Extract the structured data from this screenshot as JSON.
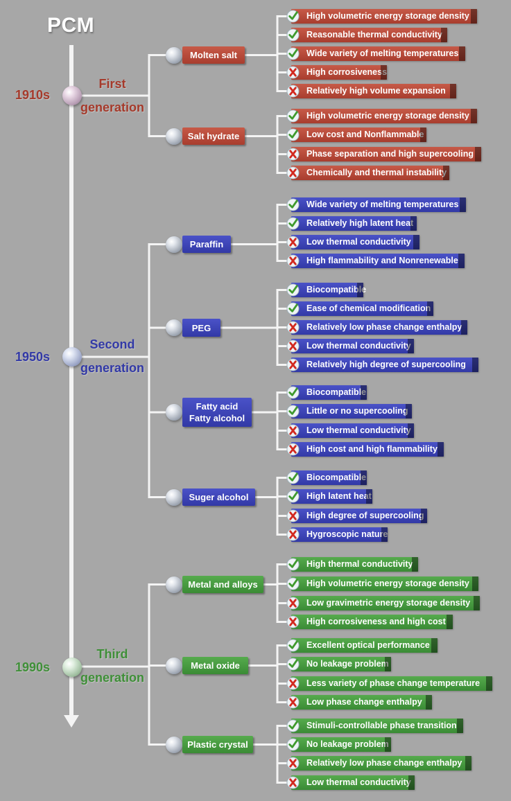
{
  "title": "PCM",
  "colors": {
    "red": "#b2402f",
    "blue": "#3a40b8",
    "green": "#45993f",
    "era_red": "#a53a2b",
    "era_blue": "#3239a6",
    "era_green": "#3f8f38"
  },
  "icons": {
    "advantage": "check-icon",
    "disadvantage": "cross-icon"
  },
  "eras": [
    {
      "year": "1910s",
      "generation": [
        "First",
        "generation"
      ]
    },
    {
      "year": "1950s",
      "generation": [
        "Second",
        "generation"
      ]
    },
    {
      "year": "1990s",
      "generation": [
        "Third",
        "generation"
      ]
    }
  ],
  "categories": [
    {
      "label": "Molten salt",
      "features": [
        {
          "ok": true,
          "text": "High volumetric energy storage density"
        },
        {
          "ok": true,
          "text": "Reasonable thermal conductivity"
        },
        {
          "ok": true,
          "text": "Wide variety of melting temperatures"
        },
        {
          "ok": false,
          "text": "High corrosiveness"
        },
        {
          "ok": false,
          "text": "Relatively high volume expansion"
        }
      ]
    },
    {
      "label": "Salt hydrate",
      "features": [
        {
          "ok": true,
          "text": "High volumetric energy storage density"
        },
        {
          "ok": true,
          "text": "Low cost and Nonflammable"
        },
        {
          "ok": false,
          "text": "Phase separation and high supercooling"
        },
        {
          "ok": false,
          "text": "Chemically and thermal instability"
        }
      ]
    },
    {
      "label": "Paraffin",
      "features": [
        {
          "ok": true,
          "text": "Wide variety of melting temperatures"
        },
        {
          "ok": true,
          "text": "Relatively high latent heat"
        },
        {
          "ok": false,
          "text": "Low thermal conductivity"
        },
        {
          "ok": false,
          "text": "High flammability and Nonrenewable"
        }
      ]
    },
    {
      "label": "PEG",
      "features": [
        {
          "ok": true,
          "text": "Biocompatible"
        },
        {
          "ok": true,
          "text": "Ease of chemical modification"
        },
        {
          "ok": false,
          "text": "Relatively low phase change enthalpy"
        },
        {
          "ok": false,
          "text": "Low thermal conductivity"
        },
        {
          "ok": false,
          "text": "Relatively high degree of supercooling"
        }
      ]
    },
    {
      "label": "Fatty acid\nFatty alcohol",
      "features": [
        {
          "ok": true,
          "text": "Biocompatible"
        },
        {
          "ok": true,
          "text": "Little or no supercooling"
        },
        {
          "ok": false,
          "text": "Low thermal conductivity"
        },
        {
          "ok": false,
          "text": "High cost and high flammability"
        }
      ]
    },
    {
      "label": "Suger alcohol",
      "features": [
        {
          "ok": true,
          "text": "Biocompatible"
        },
        {
          "ok": true,
          "text": "High latent heat"
        },
        {
          "ok": false,
          "text": "High degree of supercooling"
        },
        {
          "ok": false,
          "text": "Hygroscopic nature"
        }
      ]
    },
    {
      "label": "Metal and alloys",
      "features": [
        {
          "ok": true,
          "text": "High thermal conductivity"
        },
        {
          "ok": true,
          "text": "High volumetric energy storage density"
        },
        {
          "ok": false,
          "text": "Low gravimetric energy storage density"
        },
        {
          "ok": false,
          "text": "High corrosiveness and high cost"
        }
      ]
    },
    {
      "label": "Metal oxide",
      "features": [
        {
          "ok": true,
          "text": "Excellent optical performance"
        },
        {
          "ok": true,
          "text": "No leakage problem"
        },
        {
          "ok": false,
          "text": "Less variety of phase change temperature"
        },
        {
          "ok": false,
          "text": "Low phase change enthalpy"
        }
      ]
    },
    {
      "label": "Plastic crystal",
      "features": [
        {
          "ok": true,
          "text": "Stimuli-controllable phase transition"
        },
        {
          "ok": true,
          "text": "No leakage problem"
        },
        {
          "ok": false,
          "text": "Relatively low phase change enthalpy"
        },
        {
          "ok": false,
          "text": "Low thermal conductivity"
        }
      ]
    }
  ]
}
